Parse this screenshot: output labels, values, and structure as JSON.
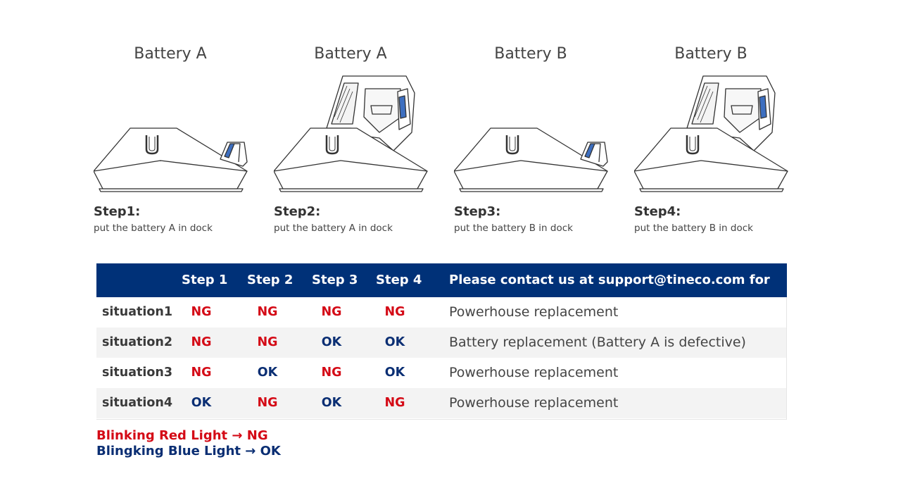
{
  "panels": [
    {
      "title": "Battery A",
      "step": "Step1:",
      "desc": "put the battery A in dock",
      "state": "battery"
    },
    {
      "title": "Battery A",
      "step": "Step2:",
      "desc": "put the battery A in dock",
      "state": "vacuum"
    },
    {
      "title": "Battery B",
      "step": "Step3:",
      "desc": "put the battery B in dock",
      "state": "battery"
    },
    {
      "title": "Battery B",
      "step": "Step4:",
      "desc": "put the battery B in dock",
      "state": "vacuum"
    }
  ],
  "table": {
    "headers": [
      "Step 1",
      "Step 2",
      "Step 3",
      "Step 4",
      "Please contact us at support@tineco.com for"
    ],
    "rows": [
      {
        "label": "situation1",
        "steps": [
          "NG",
          "NG",
          "NG",
          "NG"
        ],
        "action": "Powerhouse replacement"
      },
      {
        "label": "situation2",
        "steps": [
          "NG",
          "NG",
          "OK",
          "OK"
        ],
        "action": "Battery replacement (Battery A is defective)"
      },
      {
        "label": "situation3",
        "steps": [
          "NG",
          "OK",
          "NG",
          "OK"
        ],
        "action": "Powerhouse replacement"
      },
      {
        "label": "situation4",
        "steps": [
          "OK",
          "NG",
          "OK",
          "NG"
        ],
        "action": "Powerhouse replacement"
      }
    ]
  },
  "legend": {
    "red": "Blinking Red Light → NG",
    "blue": "Blingking Blue Light → OK"
  },
  "colors": {
    "header_bg": "#003178",
    "ng": "#d40a16",
    "ok": "#0a2e73",
    "row_alt": "#f3f3f3"
  }
}
